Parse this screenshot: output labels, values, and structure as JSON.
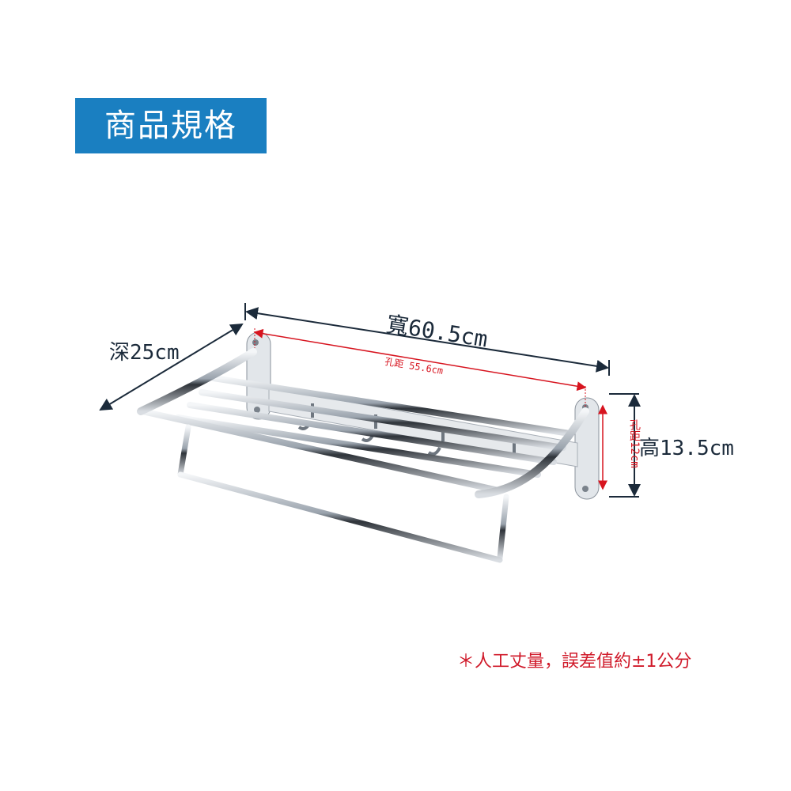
{
  "header": {
    "title": "商品規格"
  },
  "dimensions": {
    "width": "寬60.5cm",
    "depth": "深25cm",
    "height": "高13.5cm",
    "hole_distance_horizontal": "孔距 55.6cm",
    "hole_distance_vertical": "孔距12cm"
  },
  "footnote": "＊人工丈量，誤差值約±1公分",
  "colors": {
    "title_bg": "#1a7fc1",
    "dimension_line": "#1b2a3a",
    "hole_line": "#d7141f",
    "note": "#d01a2a"
  }
}
